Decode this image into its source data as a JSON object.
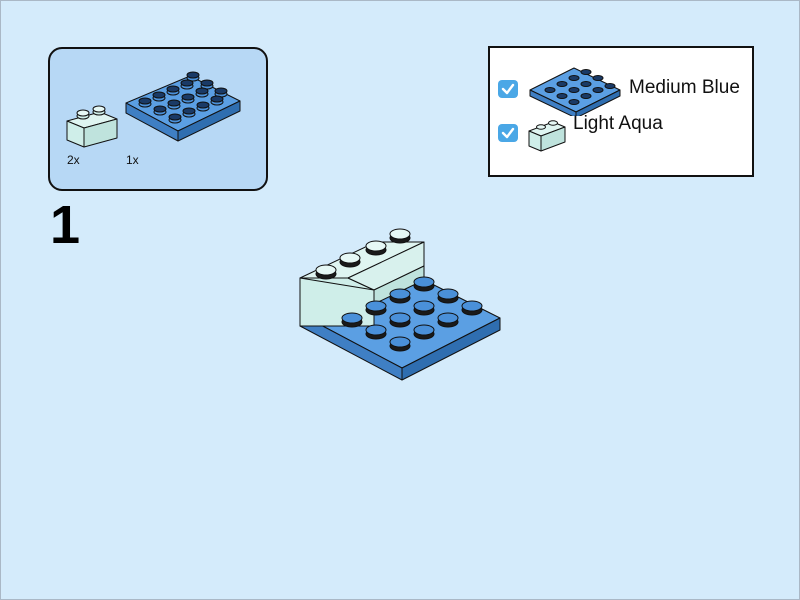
{
  "step": {
    "number": "1"
  },
  "parts": [
    {
      "quantity": "2x",
      "icon": "brick-1x2-icon",
      "color": "#cfeee9"
    },
    {
      "quantity": "1x",
      "icon": "plate-4x4-icon",
      "color": "#4a90d9"
    }
  ],
  "legend": {
    "items": [
      {
        "label": "Medium Blue",
        "checked": true,
        "color": "#4a90d9",
        "icon": "plate-4x4-icon"
      },
      {
        "label": "Light Aqua",
        "checked": true,
        "color": "#cfeee9",
        "icon": "brick-1x2-icon"
      }
    ]
  },
  "colors": {
    "background": "#d4ebfb",
    "parts_panel": "#b7d8f5",
    "checkbox": "#4aa7e6"
  }
}
